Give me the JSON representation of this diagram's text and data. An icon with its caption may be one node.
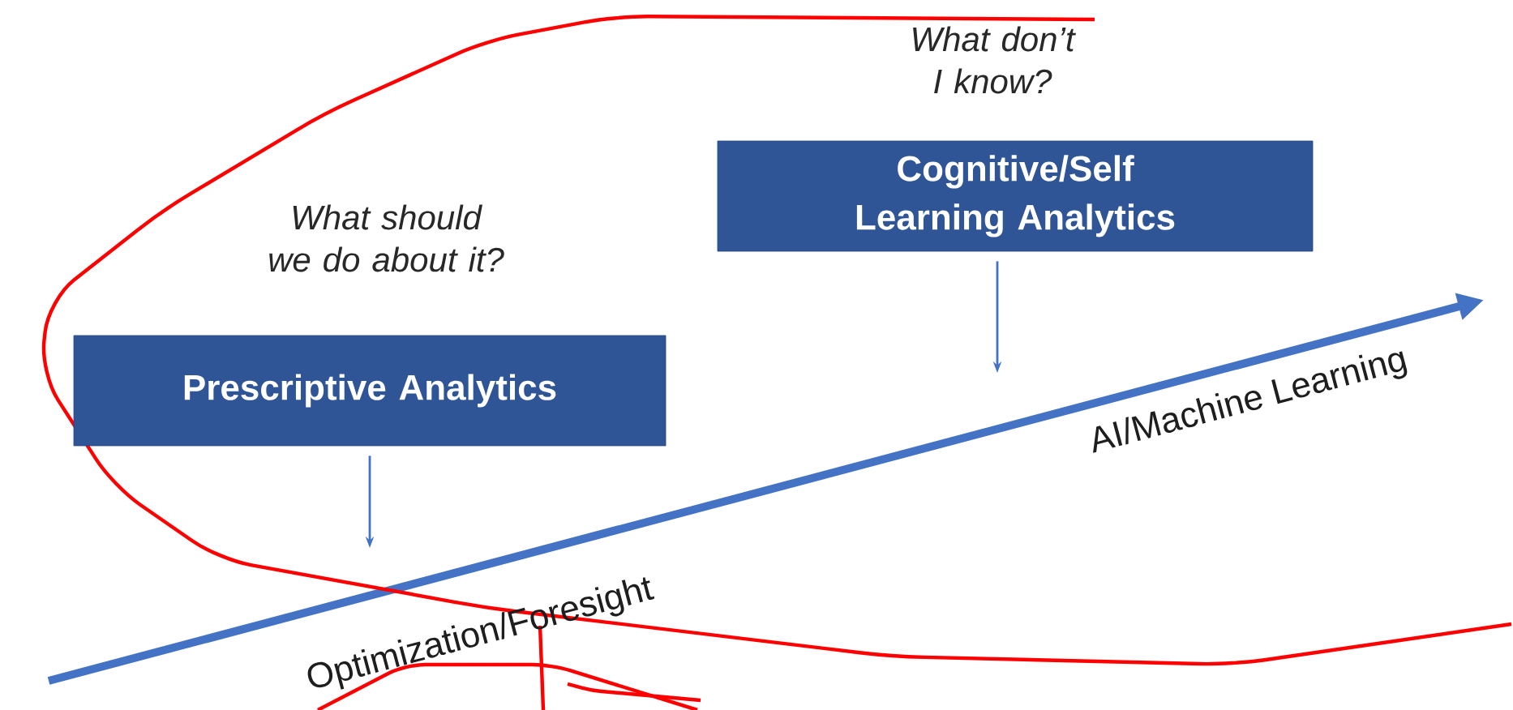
{
  "diagram": {
    "nodes": [
      {
        "text": [
          "Prescriptive Analytics"
        ],
        "beside": [
          "What should we do about it?"
        ]
      },
      {
        "text": [
          "Cognitive/Self Learning Analytics"
        ],
        "beside": [
          "What don’t I know?"
        ]
      }
    ],
    "edges": [
      {
        "from": 0,
        "to": null,
        "arrow": "to"
      },
      {
        "from": 1,
        "to": null,
        "arrow": "to"
      }
    ],
    "labels": [
      "Optimization/Foresight",
      "AI/Machine Learning"
    ]
  }
}
